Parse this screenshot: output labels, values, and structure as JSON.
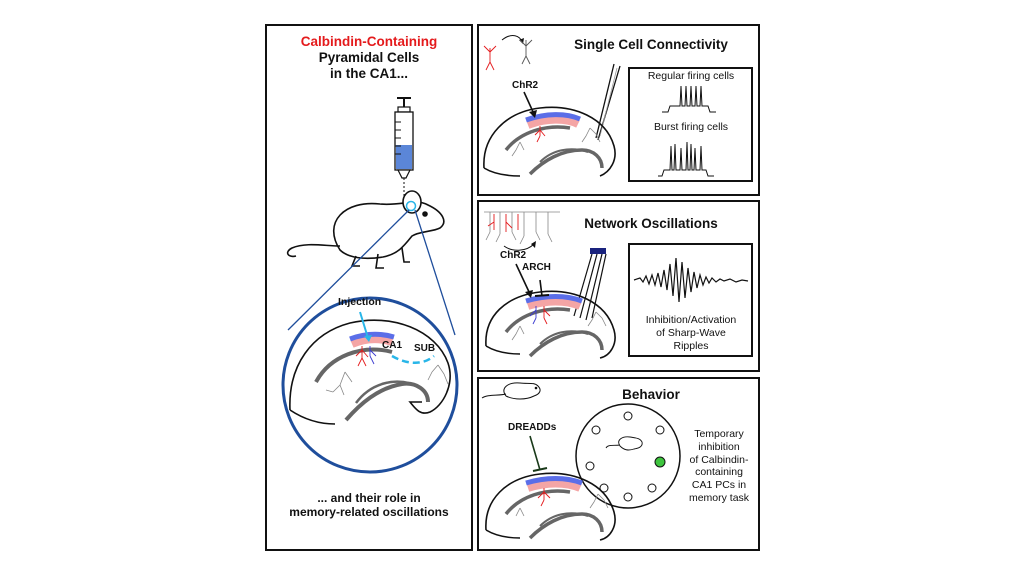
{
  "left_panel": {
    "title_red": "Calbindin-Containing",
    "title_line2": "Pyramidal Cells",
    "title_line3": "in the CA1...",
    "label_injection": "Injection",
    "label_ca1": "CA1",
    "label_sub": "SUB",
    "footer_line1": "... and their role in",
    "footer_line2": "memory-related oscillations"
  },
  "panel_connectivity": {
    "title": "Single Cell Connectivity",
    "label_chr2": "ChR2",
    "trace_regular": "Regular firing cells",
    "trace_burst": "Burst firing cells"
  },
  "panel_oscillations": {
    "title": "Network Oscillations",
    "label_chr2": "ChR2",
    "label_arch": "ARCH",
    "caption_line1": "Inhibition/Activation",
    "caption_line2": "of Sharp-Wave",
    "caption_line3": "Ripples"
  },
  "panel_behavior": {
    "title": "Behavior",
    "label_dreadds": "DREADDs",
    "desc_line1": "Temporary",
    "desc_line2": "inhibition",
    "desc_line3": "of Calbindin-",
    "desc_line4": "containing",
    "desc_line5": "CA1 PCs in",
    "desc_line6": "memory task"
  },
  "colors": {
    "title_red": "#e41a1c",
    "injection_cyan": "#29b6e8",
    "zoom_blue": "#1f4e9c",
    "chr2_blue": "#5b6ee8",
    "cell_red": "#f4a5a5",
    "goal_green": "#3ec43e"
  }
}
